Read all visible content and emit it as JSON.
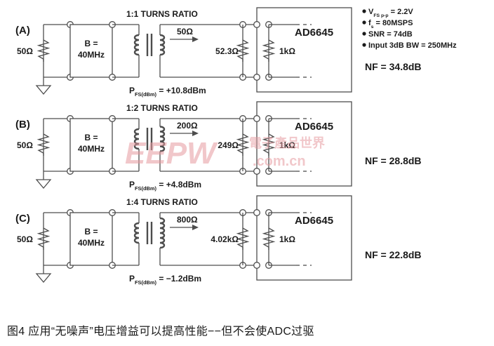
{
  "circuits": [
    {
      "label": "(A)",
      "turns_ratio": "1:1 TURNS RATIO",
      "source_resistor": "50Ω",
      "filter_label_line1": "B =",
      "filter_label_line2": "40MHz",
      "impedance_arrow": "50Ω",
      "termination_resistor": "52.3Ω",
      "adc_name": "AD6645",
      "adc_resistor": "1kΩ",
      "pfs_prefix": "P",
      "pfs_sub": "FS(dBm)",
      "pfs_value": " = +10.8dBm",
      "nf": "NF = 34.8dB"
    },
    {
      "label": "(B)",
      "turns_ratio": "1:2 TURNS RATIO",
      "source_resistor": "50Ω",
      "filter_label_line1": "B =",
      "filter_label_line2": "40MHz",
      "impedance_arrow": "200Ω",
      "termination_resistor": "249Ω",
      "adc_name": "AD6645",
      "adc_resistor": "1kΩ",
      "pfs_prefix": "P",
      "pfs_sub": "FS(dBm)",
      "pfs_value": " = +4.8dBm",
      "nf": "NF = 28.8dB"
    },
    {
      "label": "(C)",
      "turns_ratio": "1:4 TURNS RATIO",
      "source_resistor": "50Ω",
      "filter_label_line1": "B =",
      "filter_label_line2": "40MHz",
      "impedance_arrow": "800Ω",
      "termination_resistor": "4.02kΩ",
      "adc_name": "AD6645",
      "adc_resistor": "1kΩ",
      "pfs_prefix": "P",
      "pfs_sub": "FS(dBm)",
      "pfs_value": " = −1.2dBm",
      "nf": "NF = 22.8dB"
    }
  ],
  "specs": {
    "vfs_prefix": "V",
    "vfs_sub": "FS p-p",
    "vfs_value": " = 2.2V",
    "fs_prefix": "f",
    "fs_sub": "s",
    "fs_value": " = 80MSPS",
    "snr": "SNR = 74dB",
    "bw": "Input 3dB BW = 250MHz"
  },
  "watermark": {
    "logo": "EEPW",
    "chinese": "電子產品世界",
    "domain": ".com.cn"
  },
  "caption": "图4   应用“无噪声”电压增益可以提高性能−−但不会使ADC过驱",
  "colors": {
    "wire": "#4d4d4d",
    "text": "#1a1a1a",
    "watermark": "#e69aa0"
  }
}
